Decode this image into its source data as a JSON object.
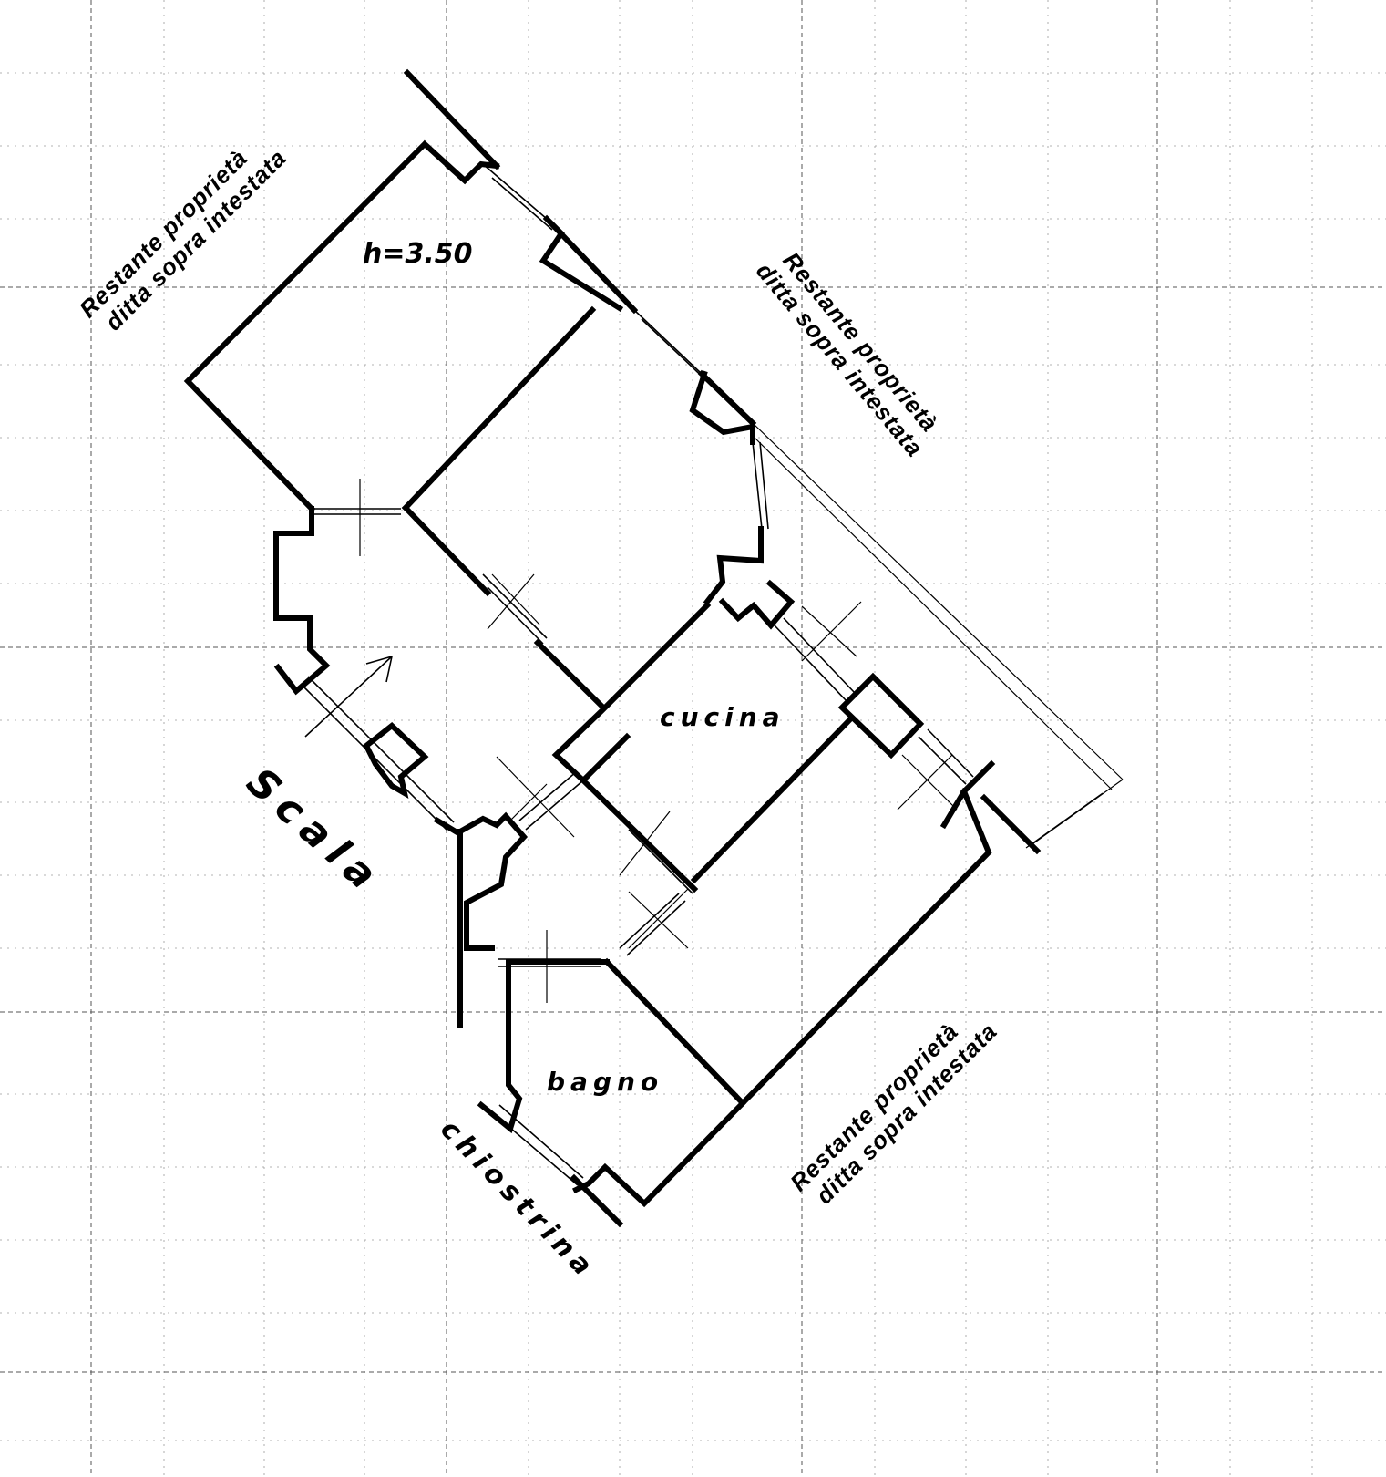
{
  "height_note": "h=3.50",
  "rooms": {
    "kitchen": "cucina",
    "bathroom": "bagno"
  },
  "stair_label": "Scala",
  "courtyard_label": "chiostrina",
  "neighbour_labels": {
    "top_left": {
      "line1": "Restante proprietà",
      "line2": "ditta sopra intestata"
    },
    "right": {
      "line1": "Restante proprietà",
      "line2": "ditta sopra intestata"
    },
    "bottom_right": {
      "line1": "Restante proprietà",
      "line2": "ditta sopra intestata"
    }
  }
}
